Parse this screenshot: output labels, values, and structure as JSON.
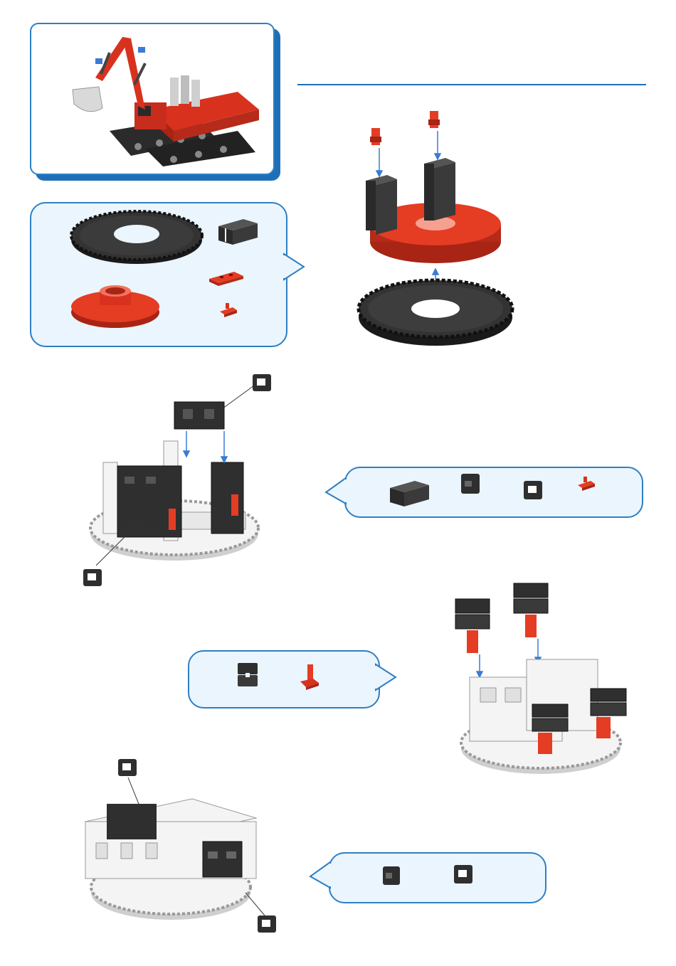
{
  "page": {
    "title": "",
    "sections": [
      {
        "id": "model-preview",
        "subject": "excavator-model-image"
      },
      {
        "id": "step-1",
        "parts": [
          "gear-wheel-icon",
          "turntable-icon",
          "building-block-30-icon",
          "building-plate-icon",
          "angle-block-icon"
        ]
      },
      {
        "id": "step-2",
        "parts": [
          "building-block-30-icon",
          "building-block-15-icon",
          "building-block-15-hole-icon",
          "angle-block-icon"
        ]
      },
      {
        "id": "step-3",
        "parts": [
          "building-block-15-slot-icon",
          "angle-bracket-icon"
        ]
      },
      {
        "id": "step-4",
        "parts": [
          "building-block-15-icon",
          "building-block-15-hole-icon"
        ]
      }
    ]
  },
  "colors": {
    "accent": "#1f6fb8",
    "box_fill": "#eaf5fd",
    "part_red": "#e53c24",
    "part_black": "#2f2f2f",
    "part_white": "#f4f4f4"
  }
}
